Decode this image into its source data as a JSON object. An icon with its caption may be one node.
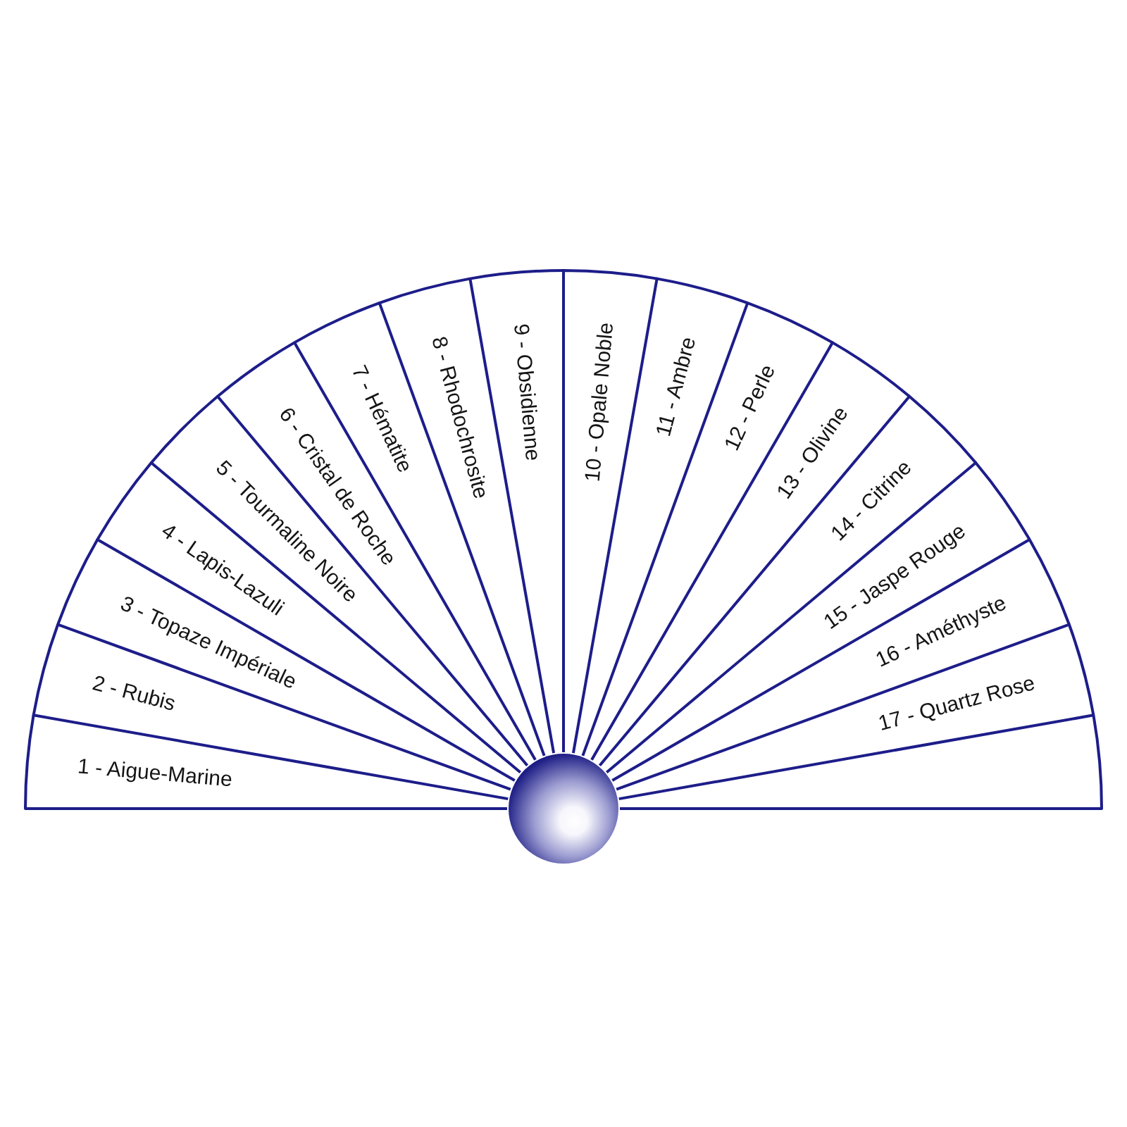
{
  "diagram": {
    "nodes": [
      {
        "text": [
          "1 - Aigue-Marine"
        ]
      },
      {
        "text": [
          "2 - Rubis"
        ]
      },
      {
        "text": [
          "3 - Topaze Impériale"
        ]
      },
      {
        "text": [
          "4 - Lapis-Lazuli"
        ]
      },
      {
        "text": [
          "5 - Tourmaline Noire"
        ]
      },
      {
        "text": [
          "6 - Cristal de Roche"
        ]
      },
      {
        "text": [
          "7 - Hématite"
        ]
      },
      {
        "text": [
          "8 - Rhodochrosite"
        ]
      },
      {
        "text": [
          "9 - Obsidienne"
        ]
      },
      {
        "text": [
          "10 - Opale Noble"
        ]
      },
      {
        "text": [
          "11 - Ambre"
        ]
      },
      {
        "text": [
          "12 - Perle"
        ]
      },
      {
        "text": [
          "13 - Olivine"
        ]
      },
      {
        "text": [
          "14 - Citrine"
        ]
      },
      {
        "text": [
          "15 - Jaspe Rouge"
        ]
      },
      {
        "text": [
          "16 - Améthyste"
        ]
      },
      {
        "text": [
          "17 - Quartz Rose"
        ]
      },
      {
        "text": [],
        "shape": "sector"
      }
    ]
  }
}
